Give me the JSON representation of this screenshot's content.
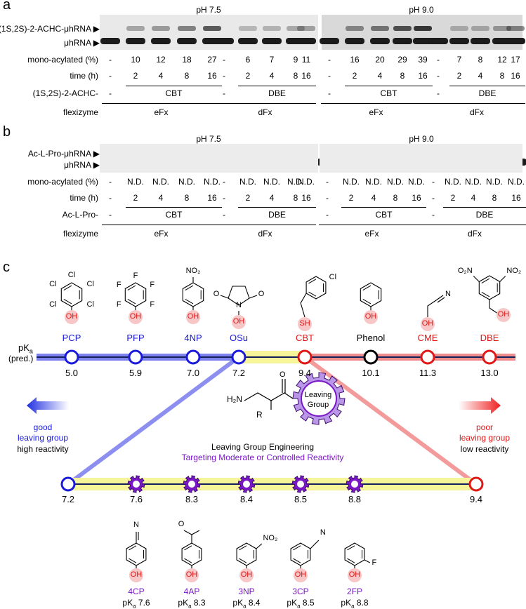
{
  "panel_a": {
    "letter": "a",
    "ph_left": "pH 7.5",
    "ph_right": "pH 9.0",
    "band_upper": "(1S,2S)-2-ACHC-μhRNA ▶",
    "band_lower": "μhRNA ▶",
    "row_labels": {
      "acyl": "mono-acylated (%)",
      "time": "time (h)",
      "substrate": "(1S,2S)-2-ACHC-",
      "flexizyme": "flexizyme"
    },
    "acyl_values": [
      "-",
      "10",
      "12",
      "18",
      "27",
      "-",
      "6",
      "7",
      "9",
      "11",
      "-",
      "16",
      "20",
      "29",
      "39",
      "-",
      "7",
      "8",
      "12",
      "17"
    ],
    "time_values": [
      "-",
      "2",
      "4",
      "8",
      "16",
      "-",
      "2",
      "4",
      "8",
      "16",
      "-",
      "2",
      "4",
      "8",
      "16",
      "-",
      "2",
      "4",
      "8",
      "16"
    ],
    "substrate_groups": [
      "-",
      "CBT",
      "-",
      "DBE",
      "-",
      "CBT",
      "-",
      "DBE"
    ],
    "flexizymes": [
      "eFx",
      "dFx",
      "eFx",
      "dFx"
    ]
  },
  "panel_b": {
    "letter": "b",
    "ph_left": "pH 7.5",
    "ph_right": "pH 9.0",
    "band_upper": "Ac-L-Pro-μhRNA ▶",
    "band_lower": "μhRNA ▶",
    "row_labels": {
      "acyl": "mono-acylated (%)",
      "time": "time (h)",
      "substrate": "Ac-L-Pro-",
      "flexizyme": "flexizyme"
    },
    "acyl_values": [
      "-",
      "N.D.",
      "N.D.",
      "N.D.",
      "N.D.",
      "-",
      "N.D.",
      "N.D.",
      "N.D.",
      "N.D.",
      "-",
      "N.D.",
      "N.D.",
      "N.D.",
      "N.D.",
      "-",
      "N.D.",
      "N.D.",
      "N.D.",
      "N.D."
    ],
    "time_values": [
      "-",
      "2",
      "4",
      "8",
      "16",
      "-",
      "2",
      "4",
      "8",
      "16",
      "-",
      "2",
      "4",
      "8",
      "16",
      "-",
      "2",
      "4",
      "8",
      "16"
    ],
    "substrate_groups": [
      "-",
      "CBT",
      "-",
      "DBE",
      "-",
      "CBT",
      "-",
      "DBE"
    ],
    "flexizymes": [
      "eFx",
      "dFx",
      "eFx",
      "dFx"
    ]
  },
  "panel_c": {
    "letter": "c",
    "pka_label": "pK",
    "pka_sub": "a",
    "pred_label": "(pred.)",
    "top_groups": [
      {
        "name": "PCP",
        "pka": "5.0",
        "color": "#1a1adb"
      },
      {
        "name": "PFP",
        "pka": "5.9",
        "color": "#1a1adb"
      },
      {
        "name": "4NP",
        "pka": "7.0",
        "color": "#1a1adb"
      },
      {
        "name": "OSu",
        "pka": "7.2",
        "color": "#1a1adb"
      },
      {
        "name": "CBT",
        "pka": "9.4",
        "color": "#e01818"
      },
      {
        "name": "Phenol",
        "pka": "10.1",
        "color": "#000000"
      },
      {
        "name": "CME",
        "pka": "11.3",
        "color": "#e01818"
      },
      {
        "name": "DBE",
        "pka": "13.0",
        "color": "#e01818"
      }
    ],
    "good_lines": [
      "good",
      "leaving group"
    ],
    "good_reactivity": "high reactivity",
    "poor_lines": [
      "poor",
      "leaving group"
    ],
    "poor_reactivity": "low reactivity",
    "gear_label_1": "Leaving",
    "gear_label_2": "Group",
    "h2n": "H₂N",
    "r_label": "R",
    "o_label": "O",
    "engineering_title": "Leaving Group Engineering",
    "engineering_subtitle": "Targeting Moderate or Controlled Reactivity",
    "bottom_pkas": [
      "7.2",
      "7.6",
      "8.3",
      "8.4",
      "8.5",
      "8.8",
      "9.4"
    ],
    "bottom_groups": [
      {
        "name": "4CP",
        "pka_text": "7.6"
      },
      {
        "name": "4AP",
        "pka_text": "8.3"
      },
      {
        "name": "3NP",
        "pka_text": "8.4"
      },
      {
        "name": "3CP",
        "pka_text": "8.5"
      },
      {
        "name": "2FP",
        "pka_text": "8.8"
      }
    ],
    "atoms": {
      "cl": "Cl",
      "f": "F",
      "no2": "NO₂",
      "o2n": "O₂N",
      "oh": "OH",
      "sh": "SH",
      "n": "N",
      "o": "O"
    },
    "colors": {
      "blue": "#1a1adb",
      "red": "#e01818",
      "purple": "#7a18c8",
      "highlight": "#f6f59a",
      "pink": "#f7c6c6"
    }
  }
}
